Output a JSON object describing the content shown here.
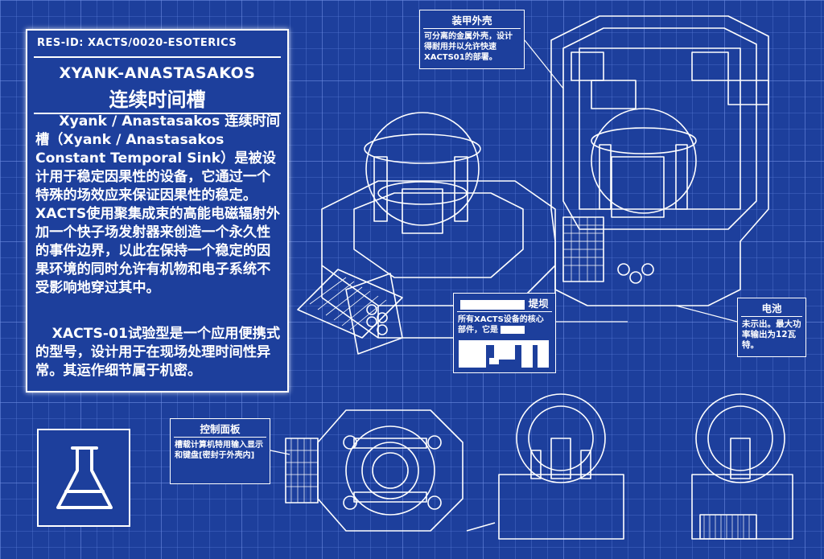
{
  "panel": {
    "res_id": "RES-ID: XACTS/0020-ESOTERICS",
    "title_en": "XYANK-ANASTASAKOS",
    "title_zh": "连续时间槽",
    "description": "Xyank / Anastasakos 连续时间槽（Xyank / Anastasakos Constant Temporal Sink）是被设计用于稳定因果性的设备，它通过一个特殊的场效应来保证因果性的稳定。XACTS使用聚集成束的高能电磁辐射外加一个快子场发射器来创造一个永久性的事件边界，以此在保持一个稳定的因果环境的同时允许有机物和电子系统不受影响地穿过其中。",
    "description2": "XACTS-01试验型是一个应用便携式的型号，设计用于在现场处理时间性异常。其运作细节属于机密。"
  },
  "callouts": {
    "armor": {
      "title": "装甲外壳",
      "body": "可分离的金属外壳，设计得耐用并以允许快速XACTS01的部署。"
    },
    "dam": {
      "title_suffix": "堤坝",
      "body": "所有XACTS设备的核心部件，它是"
    },
    "battery": {
      "title": "电池",
      "body": "未示出。最大功率输出为12瓦特。"
    },
    "control": {
      "title": "控制面板",
      "body": "槽载计算机特用输入显示和键盘[密封于外壳内]"
    }
  },
  "icons": {
    "lab": "flask-icon"
  },
  "colors": {
    "background": "#1d3f9c",
    "grid": "#4a6fd0",
    "line": "#ffffff"
  }
}
